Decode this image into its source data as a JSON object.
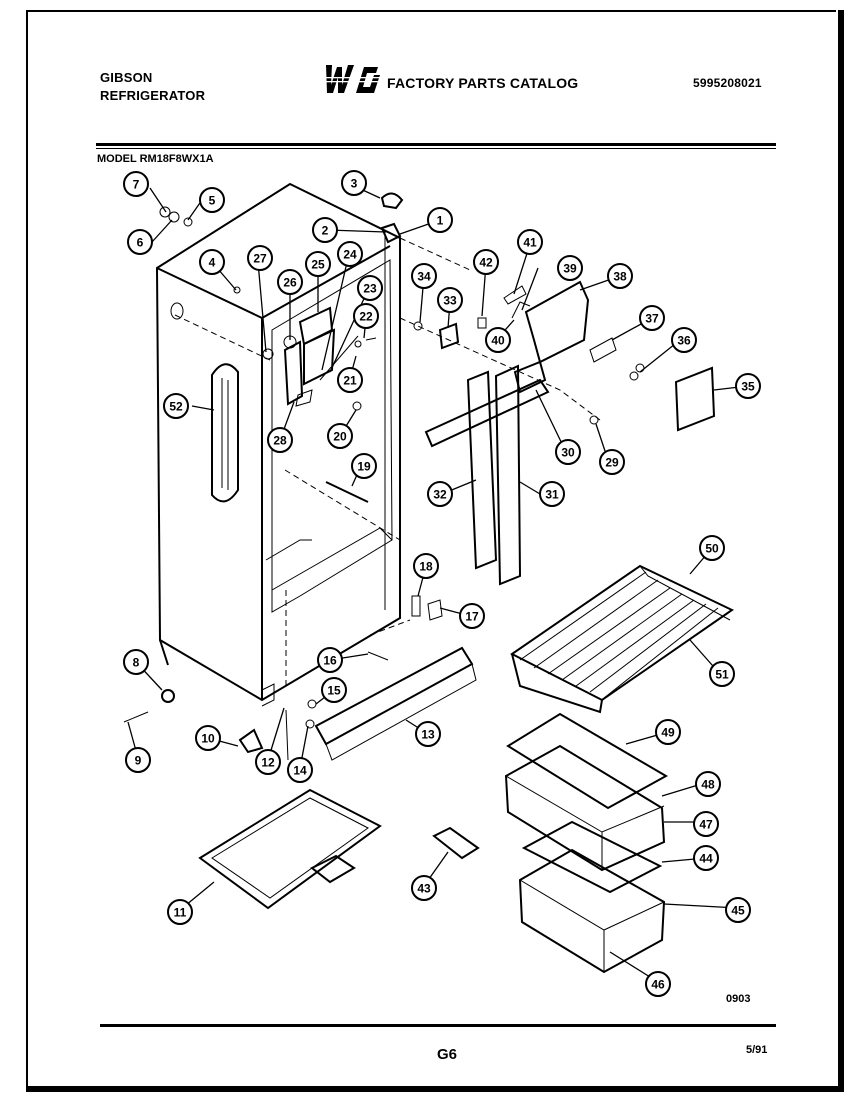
{
  "header": {
    "brand_line1": "GIBSON",
    "brand_line2": "REFRIGERATOR",
    "catalog_title": "FACTORY PARTS CATALOG",
    "catalog_number": "5995208021",
    "logo_text": "WCI"
  },
  "model_label": "MODEL RM18F8WX1A",
  "figure_code": "0903",
  "page_number": "G6",
  "revision_date": "5/91",
  "callouts": [
    "1",
    "2",
    "3",
    "4",
    "5",
    "6",
    "7",
    "8",
    "9",
    "10",
    "11",
    "12",
    "13",
    "14",
    "15",
    "16",
    "17",
    "18",
    "19",
    "20",
    "21",
    "22",
    "23",
    "24",
    "25",
    "26",
    "27",
    "28",
    "29",
    "30",
    "31",
    "32",
    "33",
    "34",
    "35",
    "36",
    "37",
    "38",
    "39",
    "40",
    "41",
    "42",
    "43",
    "44",
    "45",
    "46",
    "47",
    "48",
    "49",
    "50",
    "51",
    "52"
  ]
}
